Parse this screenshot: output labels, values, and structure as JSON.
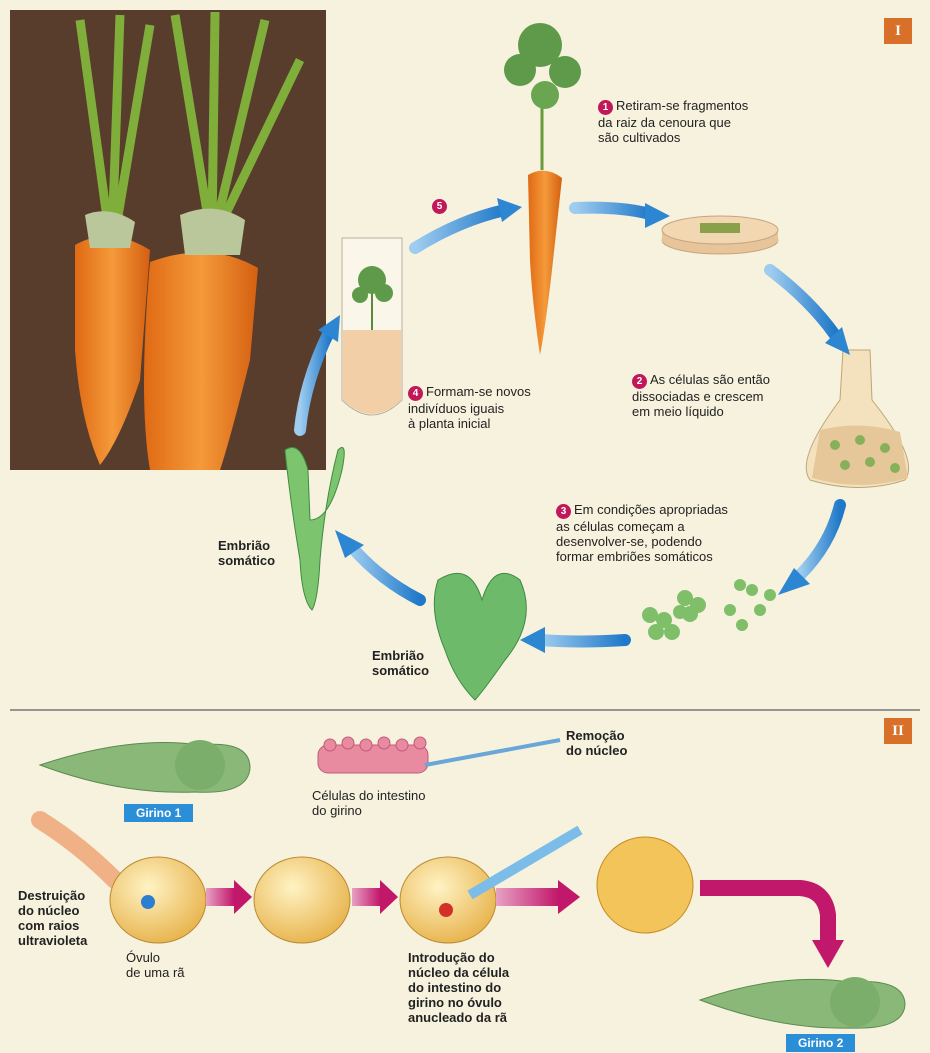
{
  "panel1": {
    "tag": "I",
    "step1": {
      "num": "1",
      "text": "Retiram-se fragmentos\nda raiz da cenoura que\nsão cultivados"
    },
    "step2": {
      "num": "2",
      "text": "As células são então\ndissociadas e crescem\nem meio líquido"
    },
    "step3": {
      "num": "3",
      "text": "Em condições apropriadas\nas células começam a\ndesenvolver-se, podendo\nformar embriões somáticos"
    },
    "step4": {
      "num": "4",
      "text": "Formam-se novos\nindivíduos iguais\nà planta inicial"
    },
    "step5": {
      "num": "5"
    },
    "embryo_label_left": "Embrião\nsomático",
    "embryo_label_bottom": "Embrião\nsomático"
  },
  "panel2": {
    "tag": "II",
    "girino1": "Girino 1",
    "girino2": "Girino 2",
    "remocao": "Remoção\ndo núcleo",
    "celulas": "Células do intestino\ndo girino",
    "destruicao": "Destruição\ndo núcleo\ncom raios\nultravioleta",
    "ovulo": "Óvulo\nde uma rã",
    "introducao": "Introdução do\nnúcleo da célula\ndo intestino do\ngirino no óvulo\nanucleado da rã"
  },
  "colors": {
    "arrow_blue": "#2d86d2",
    "arrow_magenta": "#c2186b",
    "tag_orange": "#d8702a",
    "badge_magenta": "#c1185a"
  }
}
